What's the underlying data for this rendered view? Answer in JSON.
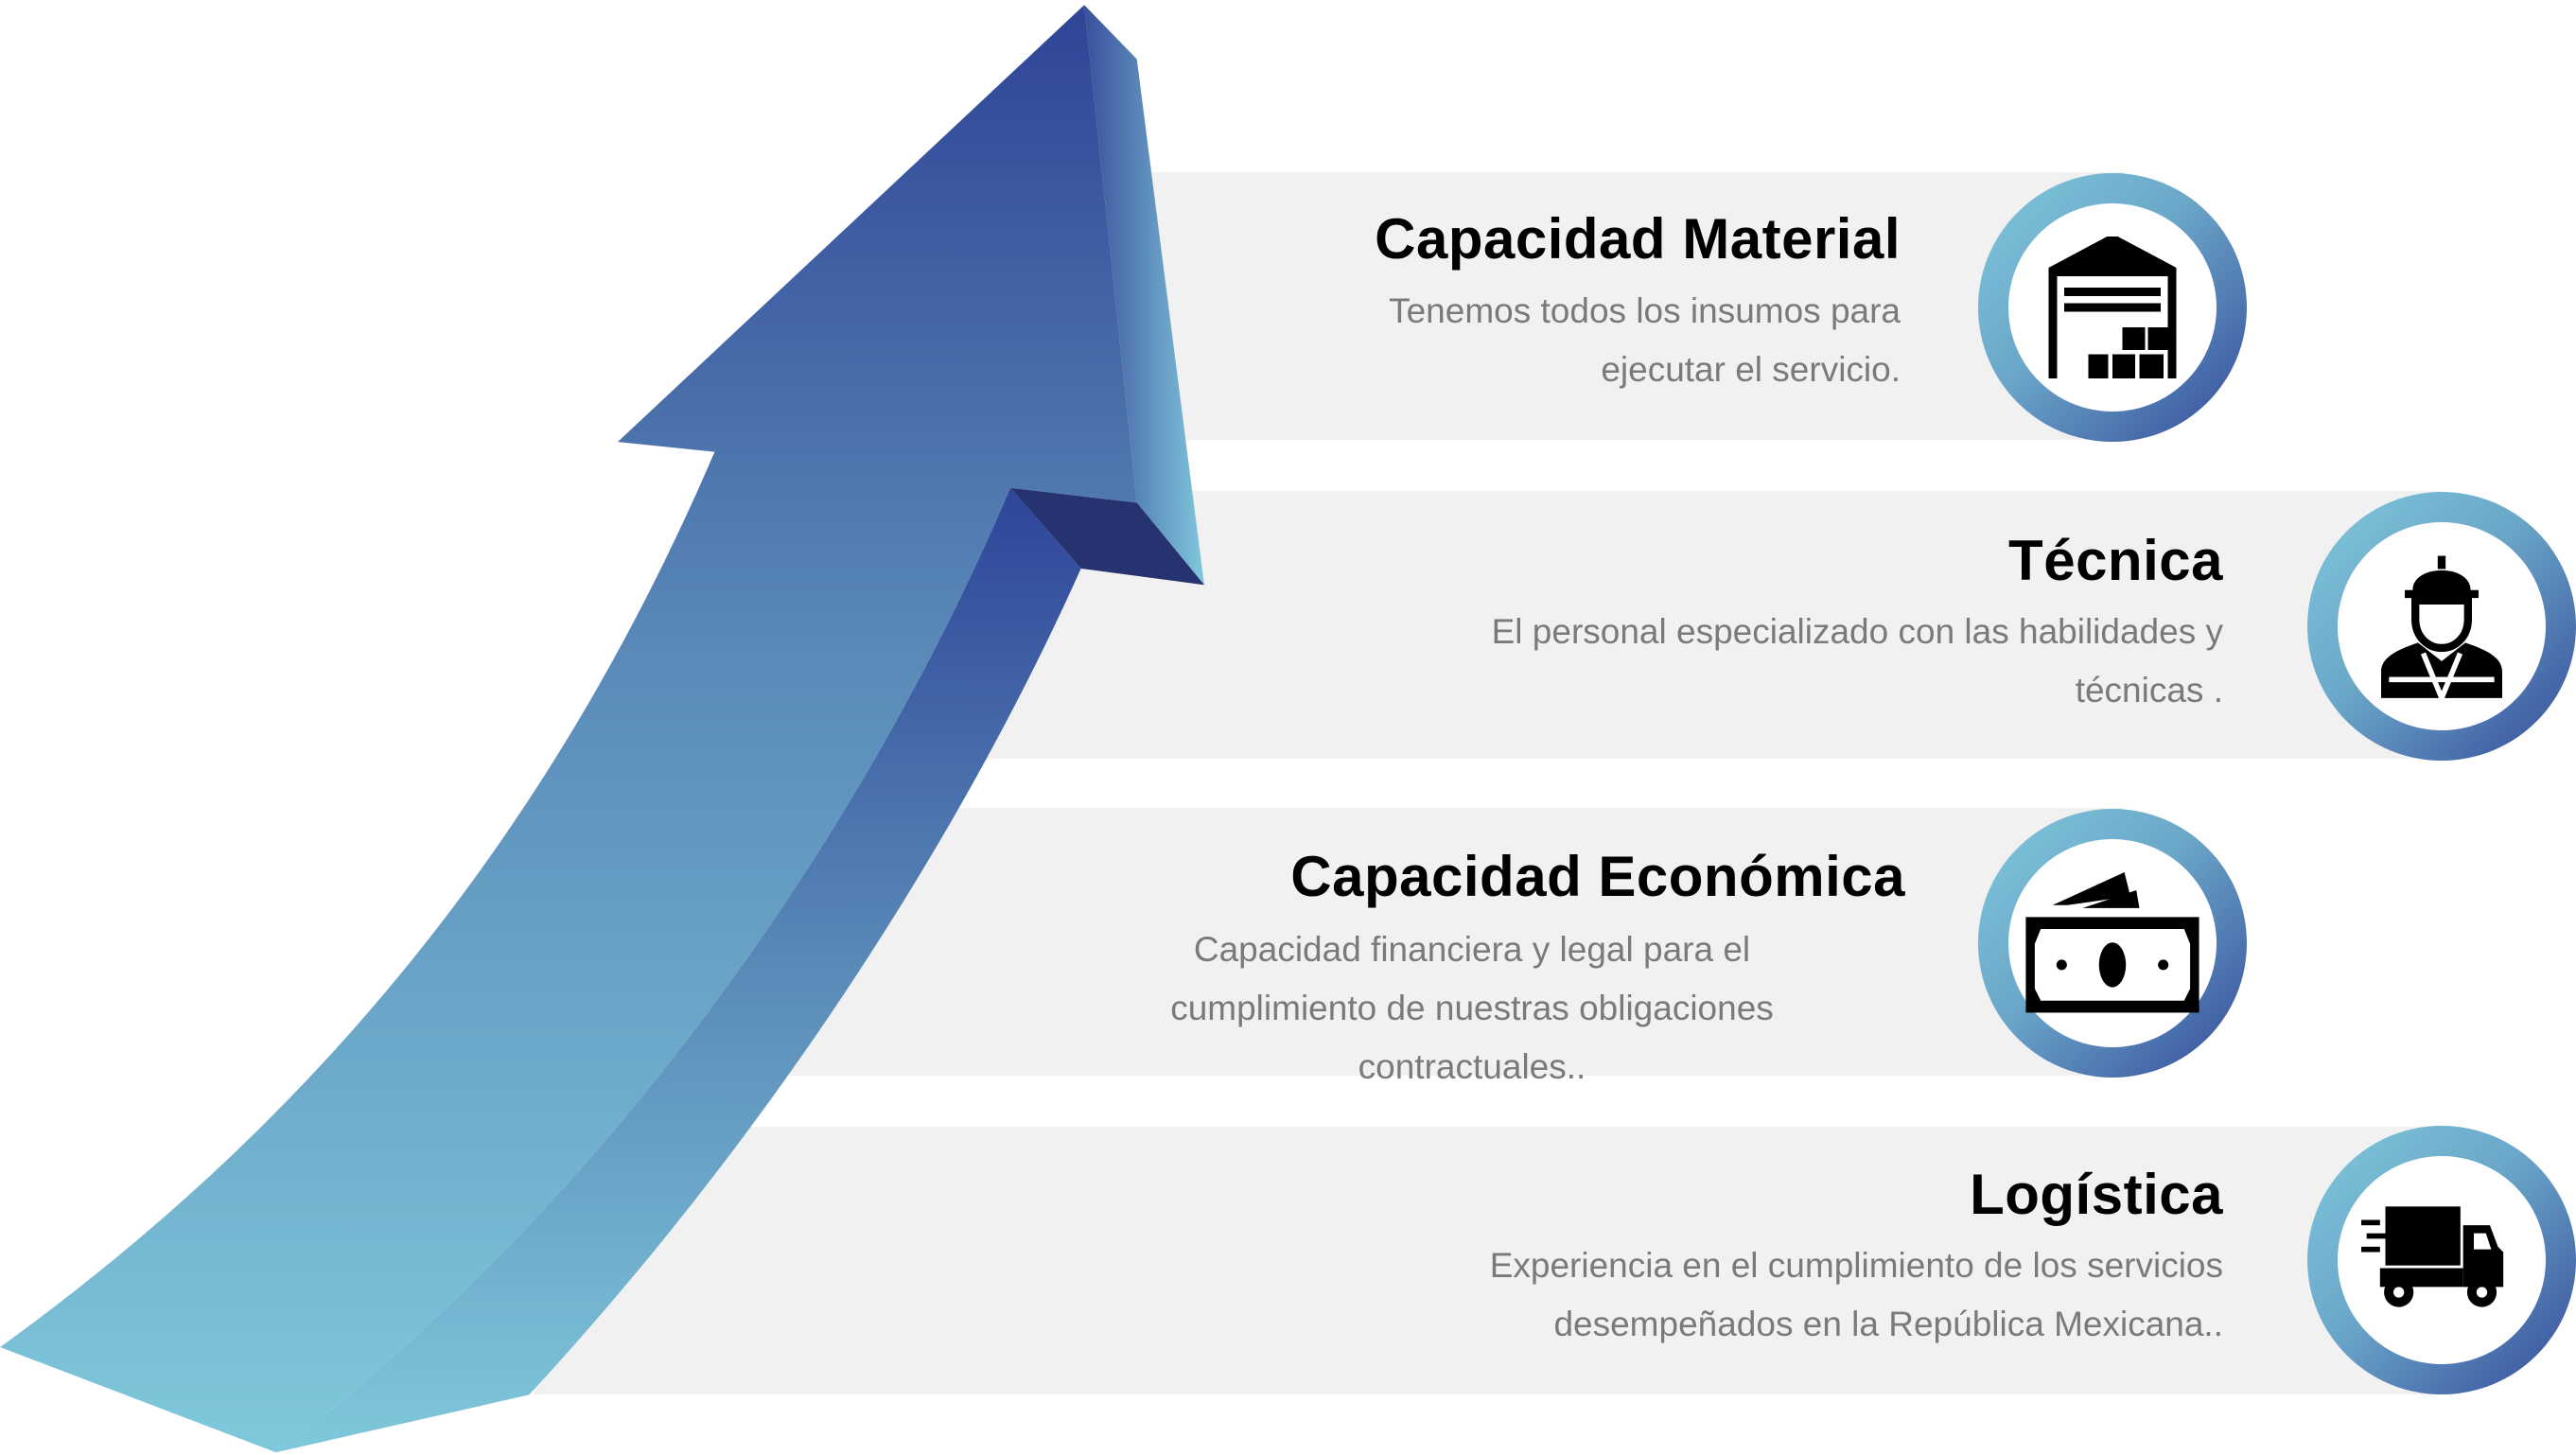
{
  "items": [
    {
      "title": "Capacidad Material",
      "lines": [
        "Tenemos todos los insumos  para",
        "ejecutar el servicio."
      ],
      "icon": "warehouse-icon"
    },
    {
      "title": "Técnica",
      "lines": [
        "El personal especializado con las habilidades y",
        "técnicas ."
      ],
      "icon": "worker-icon"
    },
    {
      "title": "Capacidad Económica",
      "lines": [
        "Capacidad financiera y legal para el",
        "cumplimiento de nuestras obligaciones",
        "contractuales.."
      ],
      "icon": "money-icon"
    },
    {
      "title": "Logística",
      "lines": [
        "Experiencia en el cumplimiento de los servicios",
        "desempeñados en la República Mexicana.."
      ],
      "icon": "truck-icon"
    }
  ],
  "colors": {
    "band": "#f1f1f1",
    "arrow_dark": "#2f4496",
    "arrow_light": "#7fc8db",
    "title": "#000000",
    "text": "#7a7a7a"
  }
}
